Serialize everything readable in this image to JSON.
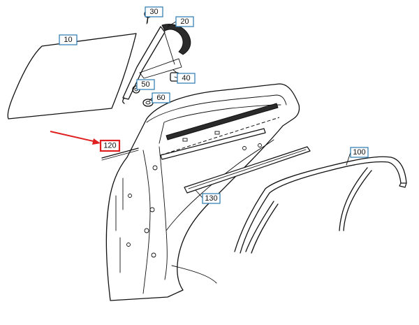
{
  "callouts": [
    {
      "id": "c10",
      "label": "10",
      "highlight": false
    },
    {
      "id": "c20",
      "label": "20",
      "highlight": false
    },
    {
      "id": "c30",
      "label": "30",
      "highlight": false
    },
    {
      "id": "c40",
      "label": "40",
      "highlight": false
    },
    {
      "id": "c50",
      "label": "50",
      "highlight": false
    },
    {
      "id": "c60",
      "label": "60",
      "highlight": false
    },
    {
      "id": "c100",
      "label": "100",
      "highlight": false
    },
    {
      "id": "c120",
      "label": "120",
      "highlight": true
    },
    {
      "id": "c130",
      "label": "130",
      "highlight": false
    }
  ],
  "colors": {
    "callout_border": "#2a7ab0",
    "highlight": "#e02020",
    "line": "#111111",
    "background": "#ffffff"
  }
}
